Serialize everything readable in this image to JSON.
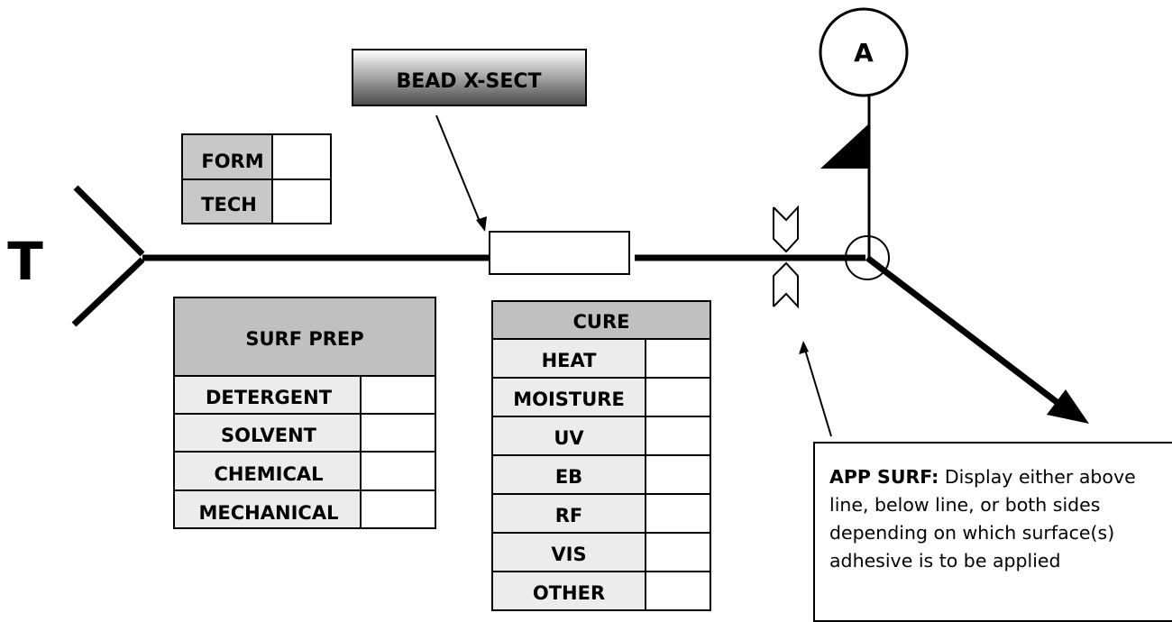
{
  "symbol": {
    "tail_letter": "T",
    "reference_letter": "A"
  },
  "bead_xsect": {
    "label": "BEAD X-SECT"
  },
  "form_tech": {
    "rows": [
      {
        "label": "FORM",
        "value": ""
      },
      {
        "label": "TECH",
        "value": ""
      }
    ]
  },
  "surf_prep": {
    "header": "SURF PREP",
    "rows": [
      {
        "label": "DETERGENT",
        "value": ""
      },
      {
        "label": "SOLVENT",
        "value": ""
      },
      {
        "label": "CHEMICAL",
        "value": ""
      },
      {
        "label": "MECHANICAL",
        "value": ""
      }
    ]
  },
  "cure": {
    "header": "CURE",
    "rows": [
      {
        "label": "HEAT",
        "value": ""
      },
      {
        "label": "MOISTURE",
        "value": ""
      },
      {
        "label": "UV",
        "value": ""
      },
      {
        "label": "EB",
        "value": ""
      },
      {
        "label": "RF",
        "value": ""
      },
      {
        "label": "VIS",
        "value": ""
      },
      {
        "label": "OTHER",
        "value": ""
      }
    ]
  },
  "app_surf_note": {
    "title": "APP SURF:",
    "text": " Display either above line, below line, or both sides depending on which surface(s) adhesive is to be applied"
  },
  "colors": {
    "ink": "#000000",
    "cell_fill": "#c8c8c8",
    "row_fill": "#ececec",
    "header_fill": "#c0c0c0"
  }
}
